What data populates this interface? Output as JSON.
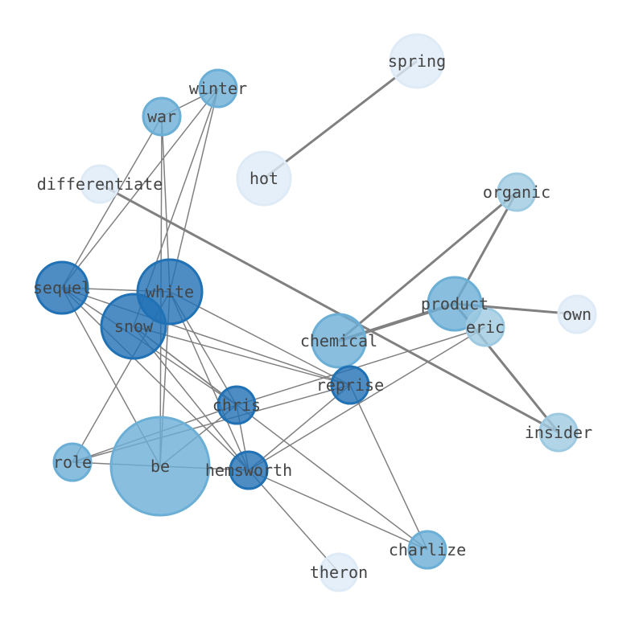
{
  "graph": {
    "nodes": [
      {
        "id": "spring",
        "label": "spring",
        "fill": "#deebf7",
        "weight": 1
      },
      {
        "id": "hot",
        "label": "hot",
        "fill": "#deebf7",
        "weight": 1
      },
      {
        "id": "winter",
        "label": "winter",
        "fill": "#6baed6",
        "weight": 2
      },
      {
        "id": "war",
        "label": "war",
        "fill": "#6baed6",
        "weight": 2
      },
      {
        "id": "differentiate",
        "label": "differentiate",
        "fill": "#deebf7",
        "weight": 1
      },
      {
        "id": "organic",
        "label": "organic",
        "fill": "#9ecae1",
        "weight": 2
      },
      {
        "id": "sequel",
        "label": "sequel",
        "fill": "#2171b5",
        "weight": 4
      },
      {
        "id": "white",
        "label": "white",
        "fill": "#2171b5",
        "weight": 6
      },
      {
        "id": "snow",
        "label": "snow",
        "fill": "#2171b5",
        "weight": 7
      },
      {
        "id": "product",
        "label": "product",
        "fill": "#6baed6",
        "weight": 4
      },
      {
        "id": "own",
        "label": "own",
        "fill": "#deebf7",
        "weight": 1
      },
      {
        "id": "eric",
        "label": "eric",
        "fill": "#9ecae1",
        "weight": 2
      },
      {
        "id": "chemical",
        "label": "chemical",
        "fill": "#6baed6",
        "weight": 4
      },
      {
        "id": "reprise",
        "label": "reprise",
        "fill": "#2171b5",
        "weight": 2
      },
      {
        "id": "chris",
        "label": "chris",
        "fill": "#2171b5",
        "weight": 2
      },
      {
        "id": "insider",
        "label": "insider",
        "fill": "#9ecae1",
        "weight": 2
      },
      {
        "id": "role",
        "label": "role",
        "fill": "#6baed6",
        "weight": 2
      },
      {
        "id": "be",
        "label": "be",
        "fill": "#6baed6",
        "weight": 13
      },
      {
        "id": "hemsworth",
        "label": "hemsworth",
        "fill": "#2171b5",
        "weight": 2
      },
      {
        "id": "charlize",
        "label": "charlize",
        "fill": "#6baed6",
        "weight": 2
      },
      {
        "id": "theron",
        "label": "theron",
        "fill": "#deebf7",
        "weight": 2
      }
    ],
    "edges": [
      {
        "source": "spring",
        "target": "hot",
        "weight": 2
      },
      {
        "source": "differentiate",
        "target": "insider",
        "weight": 2
      },
      {
        "source": "organic",
        "target": "chemical",
        "weight": 2
      },
      {
        "source": "organic",
        "target": "product",
        "weight": 2
      },
      {
        "source": "product",
        "target": "own",
        "weight": 2
      },
      {
        "source": "product",
        "target": "chemical",
        "weight": 3
      },
      {
        "source": "product",
        "target": "insider",
        "weight": 2
      },
      {
        "source": "winter",
        "target": "war",
        "weight": 1
      },
      {
        "source": "winter",
        "target": "sequel",
        "weight": 1
      },
      {
        "source": "winter",
        "target": "white",
        "weight": 1
      },
      {
        "source": "winter",
        "target": "snow",
        "weight": 1
      },
      {
        "source": "war",
        "target": "sequel",
        "weight": 1
      },
      {
        "source": "war",
        "target": "white",
        "weight": 1
      },
      {
        "source": "war",
        "target": "be",
        "weight": 1
      },
      {
        "source": "sequel",
        "target": "white",
        "weight": 1
      },
      {
        "source": "sequel",
        "target": "chris",
        "weight": 1
      },
      {
        "source": "sequel",
        "target": "hemsworth",
        "weight": 1
      },
      {
        "source": "sequel",
        "target": "be",
        "weight": 1
      },
      {
        "source": "sequel",
        "target": "reprise",
        "weight": 1
      },
      {
        "source": "white",
        "target": "hemsworth",
        "weight": 1
      },
      {
        "source": "white",
        "target": "be",
        "weight": 1
      },
      {
        "source": "white",
        "target": "chris",
        "weight": 1
      },
      {
        "source": "white",
        "target": "reprise",
        "weight": 1
      },
      {
        "source": "white",
        "target": "role",
        "weight": 1
      },
      {
        "source": "snow",
        "target": "reprise",
        "weight": 1
      },
      {
        "source": "snow",
        "target": "charlize",
        "weight": 1
      },
      {
        "source": "snow",
        "target": "hemsworth",
        "weight": 1
      },
      {
        "source": "snow",
        "target": "chris",
        "weight": 1
      },
      {
        "source": "eric",
        "target": "chris",
        "weight": 1
      },
      {
        "source": "eric",
        "target": "hemsworth",
        "weight": 1
      },
      {
        "source": "reprise",
        "target": "hemsworth",
        "weight": 1
      },
      {
        "source": "reprise",
        "target": "charlize",
        "weight": 1
      },
      {
        "source": "reprise",
        "target": "role",
        "weight": 1
      },
      {
        "source": "chris",
        "target": "hemsworth",
        "weight": 1
      },
      {
        "source": "chris",
        "target": "role",
        "weight": 1
      },
      {
        "source": "chris",
        "target": "be",
        "weight": 1
      },
      {
        "source": "be",
        "target": "hemsworth",
        "weight": 1
      },
      {
        "source": "role",
        "target": "be",
        "weight": 1
      },
      {
        "source": "hemsworth",
        "target": "charlize",
        "weight": 1
      },
      {
        "source": "hemsworth",
        "target": "theron",
        "weight": 1
      }
    ]
  }
}
